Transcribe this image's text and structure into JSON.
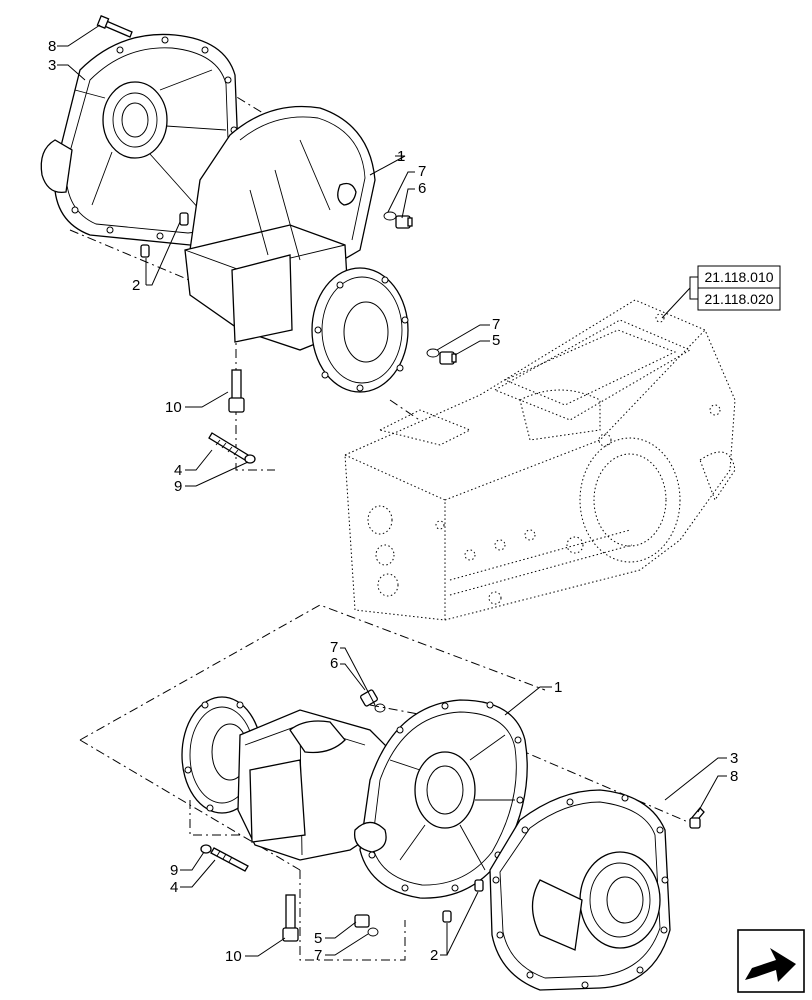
{
  "references": [
    "21.118.010",
    "21.118.020"
  ],
  "callouts_top": {
    "c8": "8",
    "c3": "3",
    "c1": "1",
    "c7a": "7",
    "c6": "6",
    "c2": "2",
    "c7b": "7",
    "c5": "5",
    "c10": "10",
    "c4": "4",
    "c9": "9"
  },
  "callouts_bottom": {
    "c7a": "7",
    "c6": "6",
    "c1": "1",
    "c3": "3",
    "c8": "8",
    "c9": "9",
    "c4": "4",
    "c10": "10",
    "c5": "5",
    "c7b": "7",
    "c2": "2"
  },
  "icons": {
    "navigation": "arrow-box-icon"
  }
}
